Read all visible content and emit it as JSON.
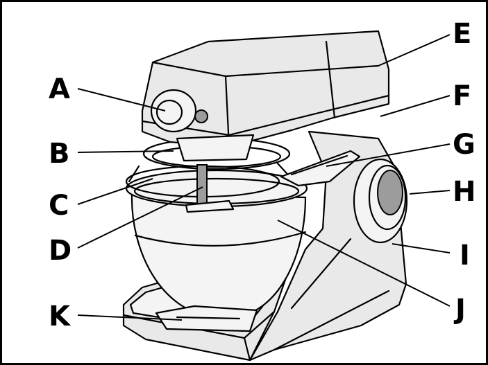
{
  "labels": {
    "a": "A",
    "b": "B",
    "c": "C",
    "d": "D",
    "e": "E",
    "f": "F",
    "g": "G",
    "h": "H",
    "i": "I",
    "j": "J",
    "k": "K"
  },
  "colors": {
    "line": "#000000",
    "body": "#e9e9e9",
    "background": "#ffffff"
  }
}
